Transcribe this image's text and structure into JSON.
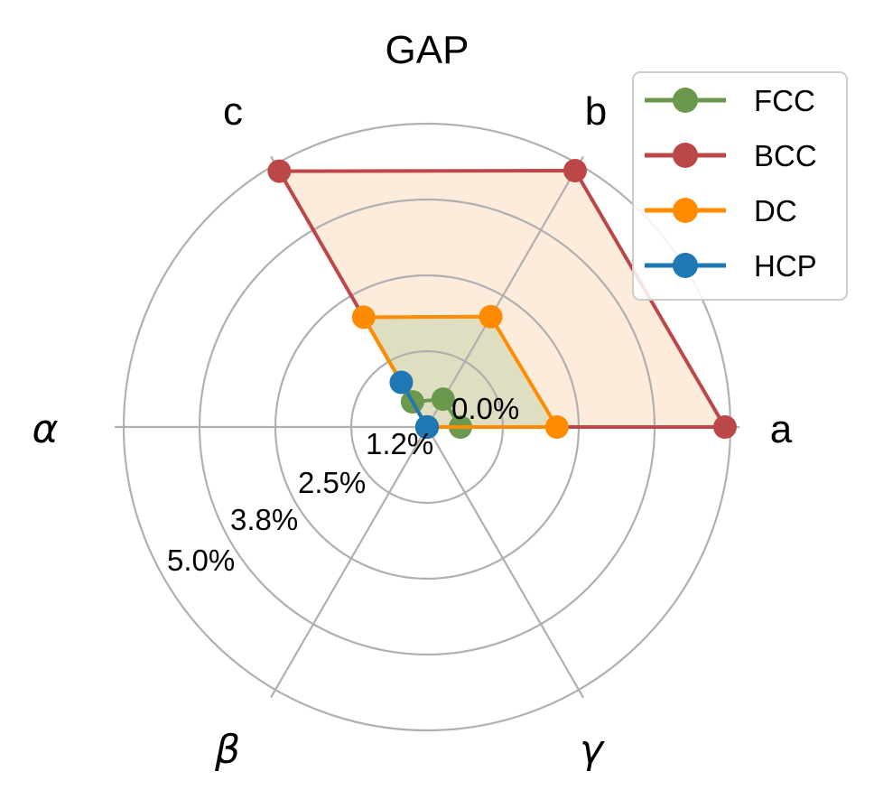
{
  "chart_data": {
    "type": "radar",
    "title": "GAP",
    "axes": [
      "a",
      "b",
      "c",
      "α",
      "β",
      "γ"
    ],
    "axis_angles_deg": [
      0,
      60,
      120,
      180,
      240,
      300
    ],
    "r_ticks": [
      0.0,
      1.25,
      2.5,
      3.75,
      5.0
    ],
    "r_tick_labels": [
      "0.0%",
      "1.2%",
      "2.5%",
      "3.8%",
      "5.0%"
    ],
    "rlim": [
      0,
      5.0
    ],
    "grid": true,
    "legend_position": "upper right",
    "series": [
      {
        "name": "FCC",
        "color": "#6a994e",
        "fill": false,
        "values": [
          0.55,
          0.53,
          0.48,
          0.0,
          0.0,
          0.0
        ]
      },
      {
        "name": "BCC",
        "color": "#bc4749",
        "fill": true,
        "fill_color": "#fde8d6",
        "values": [
          4.91,
          4.88,
          4.87,
          0.0,
          0.0,
          0.0
        ]
      },
      {
        "name": "DC",
        "color": "#ff8c00",
        "fill": true,
        "fill_color": "#d9dcbc",
        "values": [
          2.14,
          2.1,
          2.09,
          0.0,
          0.0,
          0.0
        ]
      },
      {
        "name": "HCP",
        "color": "#1f77b4",
        "fill": false,
        "values": [
          0.0,
          0.0,
          0.85,
          0.0,
          0.0,
          0.0
        ]
      }
    ]
  },
  "style": {
    "grid_color": "#b0b0b0",
    "legend_border_color": "#cccccc"
  }
}
